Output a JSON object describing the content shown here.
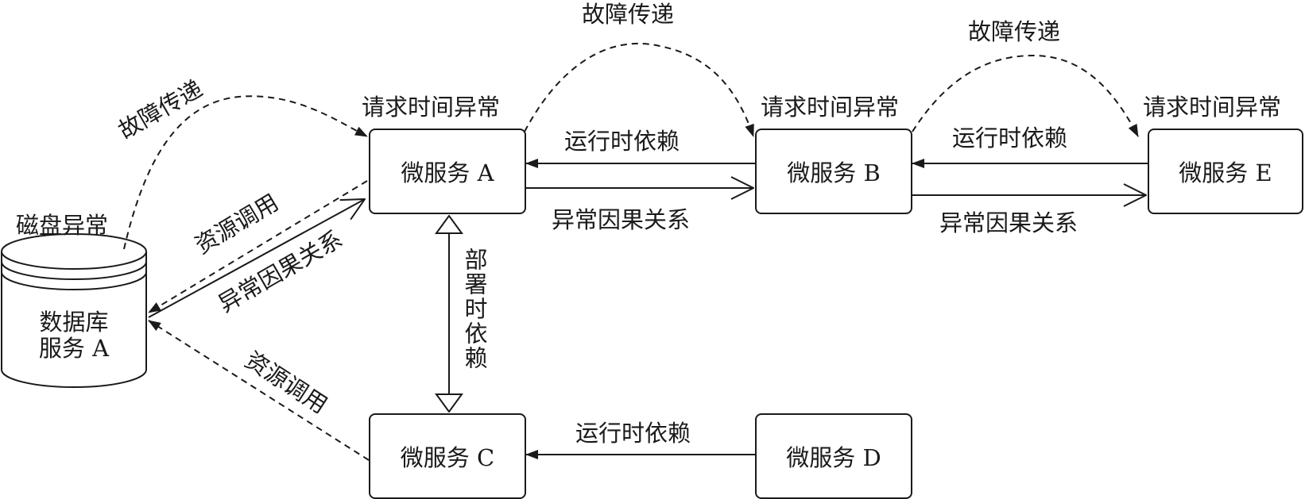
{
  "nodes": {
    "a": "微服务 A",
    "b": "微服务 B",
    "e": "微服务 E",
    "c": "微服务 C",
    "d": "微服务 D",
    "db_line1": "数据库",
    "db_line2": "服务 A"
  },
  "labels": {
    "disk_anomaly": "磁盘异常",
    "req_time_a": "请求时间异常",
    "req_time_b": "请求时间异常",
    "req_time_e": "请求时间异常",
    "fault_prop_1": "故障传递",
    "fault_prop_2": "故障传递",
    "fault_prop_3": "故障传递",
    "runtime_ab": "运行时依赖",
    "runtime_be": "运行时依赖",
    "runtime_dc": "运行时依赖",
    "causal_ab": "异常因果关系",
    "causal_be": "异常因果关系",
    "causal_db_a": "异常因果关系",
    "resource_a": "资源调用",
    "resource_c": "资源调用",
    "deploy_dep": "部署时依赖"
  }
}
